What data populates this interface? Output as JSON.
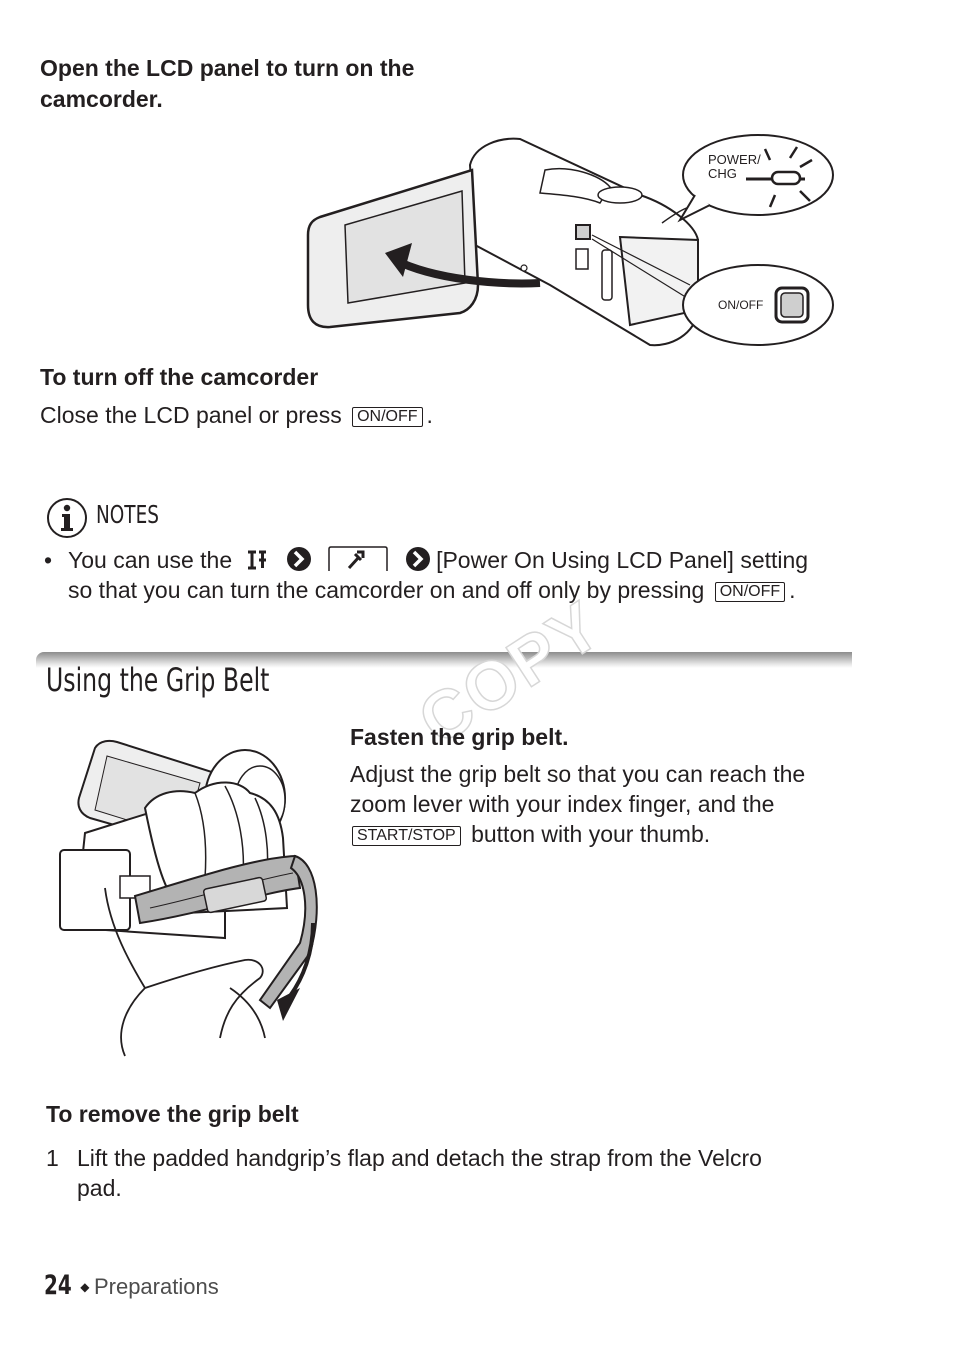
{
  "section1": {
    "instruction": "Open the LCD panel to turn on the camcorder.",
    "instruction_line1": "Open the LCD panel to turn on the",
    "instruction_line2": "camcorder.",
    "callout_power_line1": "POWER/",
    "callout_power_line2": "CHG",
    "callout_onoff": "ON/OFF"
  },
  "turn_off": {
    "heading": "To turn off the camcorder",
    "text_before": "Close the LCD panel or press",
    "key": "ON/OFF",
    "text_after": "."
  },
  "notes": {
    "label": "NOTES",
    "bullet": "•",
    "line1_before": "You can use the",
    "line1_after": "[Power On Using LCD Panel] setting",
    "line2_before": "so that you can turn the camcorder on and off only by pressing",
    "line2_key": "ON/OFF",
    "line2_after": "."
  },
  "grip_belt": {
    "section_title": "Using the Grip Belt",
    "watermark": "COPY",
    "step_heading": "Fasten the grip belt.",
    "step_line1": "Adjust the grip belt so that you can reach the",
    "step_line2": "zoom lever with your index finger, and the",
    "step_key": "START/STOP",
    "step_line3_after": "button with your thumb."
  },
  "remove": {
    "heading": "To remove the grip belt",
    "step_number": "1",
    "step_line1": "Lift the padded handgrip’s flap and detach the strap from the Velcro",
    "step_line2": "pad."
  },
  "footer": {
    "page_number": "24",
    "separator": "◆",
    "section": "Preparations"
  },
  "icons": [
    "info-icon",
    "menu-icon",
    "arrow-right-icon",
    "wrench-tab-icon"
  ]
}
